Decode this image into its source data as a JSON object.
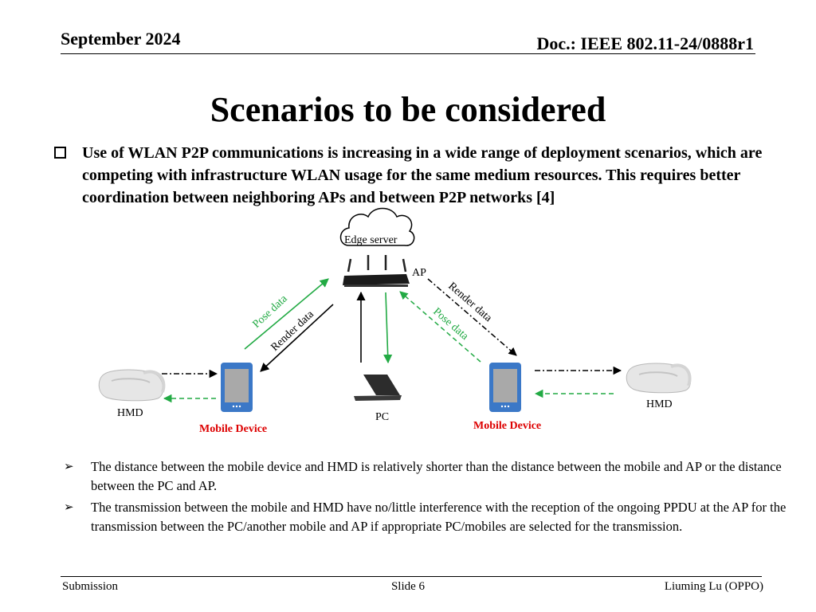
{
  "header": {
    "date": "September 2024",
    "doc_id": "Doc.: IEEE 802.11-24/0888r1"
  },
  "title": "Scenarios to be considered",
  "main_bullet": "Use of WLAN P2P communications is increasing in a wide range of deployment scenarios, which are competing with infrastructure WLAN usage for the same medium resources. This requires better coordination between neighboring APs and between P2P networks [4]",
  "diagram": {
    "edge_server": "Edge server",
    "ap": "AP",
    "pc": "PC",
    "hmd_left": "HMD",
    "hmd_right": "HMD",
    "mobile_left": "Mobile Device",
    "mobile_right": "Mobile Device",
    "pose_data_left": "Pose data",
    "render_data_left": "Render  data",
    "render_data_right": "Render  data",
    "pose_data_right": "Pose data",
    "colors": {
      "pose_arrow": "#22aa44",
      "mobile_label": "#dd0000",
      "phone_body": "#3b78c7",
      "screen": "#a9a9a9"
    }
  },
  "sub_bullets": [
    "The distance between the mobile device and HMD is relatively shorter than the distance between the mobile and AP  or the distance between the PC and AP.",
    "The  transmission between the mobile and HMD have no/little interference with the reception of the ongoing PPDU at the AP for the transmission between the PC/another mobile and AP if appropriate PC/mobiles are selected for the transmission."
  ],
  "footer": {
    "left": "Submission",
    "center": "Slide 6",
    "right": "Liuming Lu (OPPO)"
  }
}
